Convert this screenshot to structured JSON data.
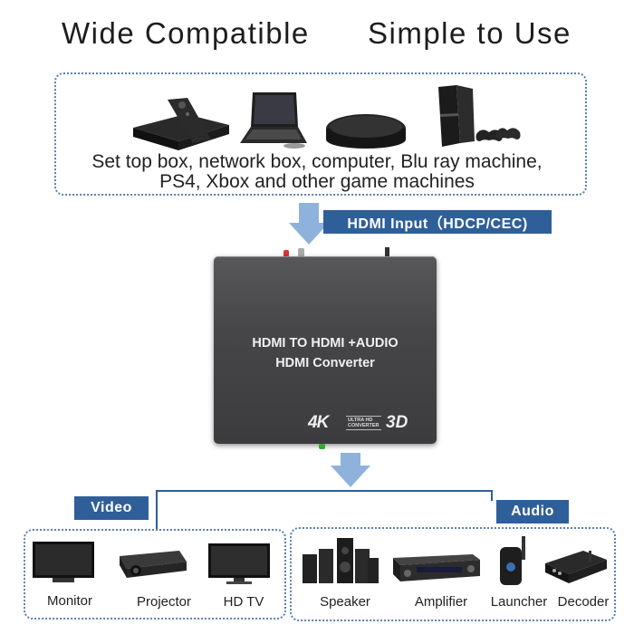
{
  "headline": {
    "left": "Wide Compatible",
    "right": "Simple to Use"
  },
  "sources": {
    "line1": "Set top box, network box, computer, Blu ray machine,",
    "line2": "PS4, Xbox and other game machines"
  },
  "input_tag": "HDMI Input（HDCP/CEC)",
  "device": {
    "line1": "HDMI TO HDMI +AUDIO",
    "line2": "HDMI Converter",
    "badge_4k": "4K",
    "badge_mid_1": "ULTRA HD",
    "badge_mid_2": "CONVERTER",
    "badge_3d": "3D"
  },
  "video_tag": "Video",
  "audio_tag": "Audio",
  "video_outputs": [
    "Monitor",
    "Projector",
    "HD TV"
  ],
  "audio_outputs": [
    "Speaker",
    "Amplifier",
    "Launcher",
    "Decoder"
  ],
  "colors": {
    "accent": "#2f5f98",
    "arrow": "#8fb2dc",
    "dotted_border": "#5b7fb3",
    "device_body": "#4a4a4c"
  }
}
